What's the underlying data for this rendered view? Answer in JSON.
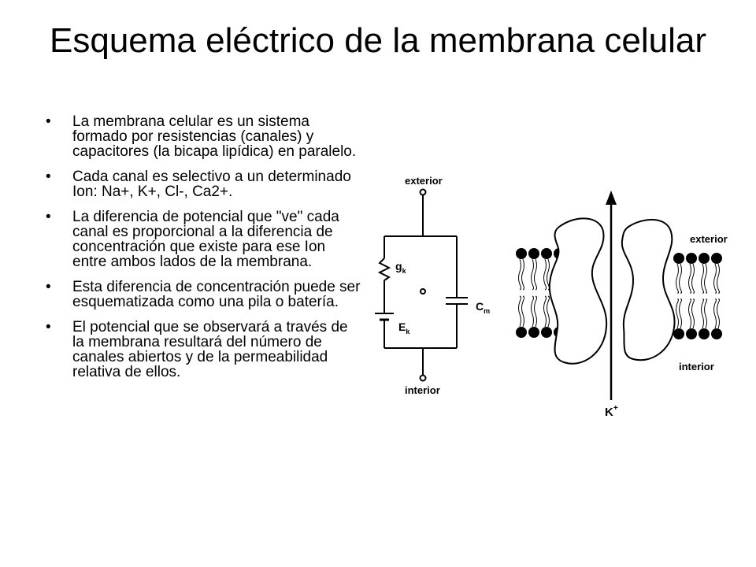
{
  "title": "Esquema eléctrico de la membrana celular",
  "bullets": [
    "La membrana celular es un sistema formado por resistencias (canales) y capacitores (la bicapa lipídica) en paralelo.",
    "Cada canal es selectivo a un determinado Ion: Na+, K+, Cl-, Ca2+.",
    "La diferencia de potencial que \"ve\" cada canal es proporcional a la diferencia de concentración que existe para ese Ion entre ambos lados de la membrana.",
    "Esta diferencia de concentración puede ser esquematizada como una pila o batería.",
    "El potencial que se observará a través de la membrana resultará del número de canales abiertos y de la permeabilidad relativa de ellos."
  ],
  "circuit": {
    "top_label": "exterior",
    "bottom_label": "interior",
    "conductance_label": "g",
    "conductance_sub": "k",
    "capacitor_label": "C",
    "capacitor_sub": "m",
    "battery_label": "E",
    "battery_sub": "k"
  },
  "membrane": {
    "exterior_label": "exterior",
    "interior_label": "interior",
    "ion_label": "K",
    "ion_sup": "+"
  }
}
